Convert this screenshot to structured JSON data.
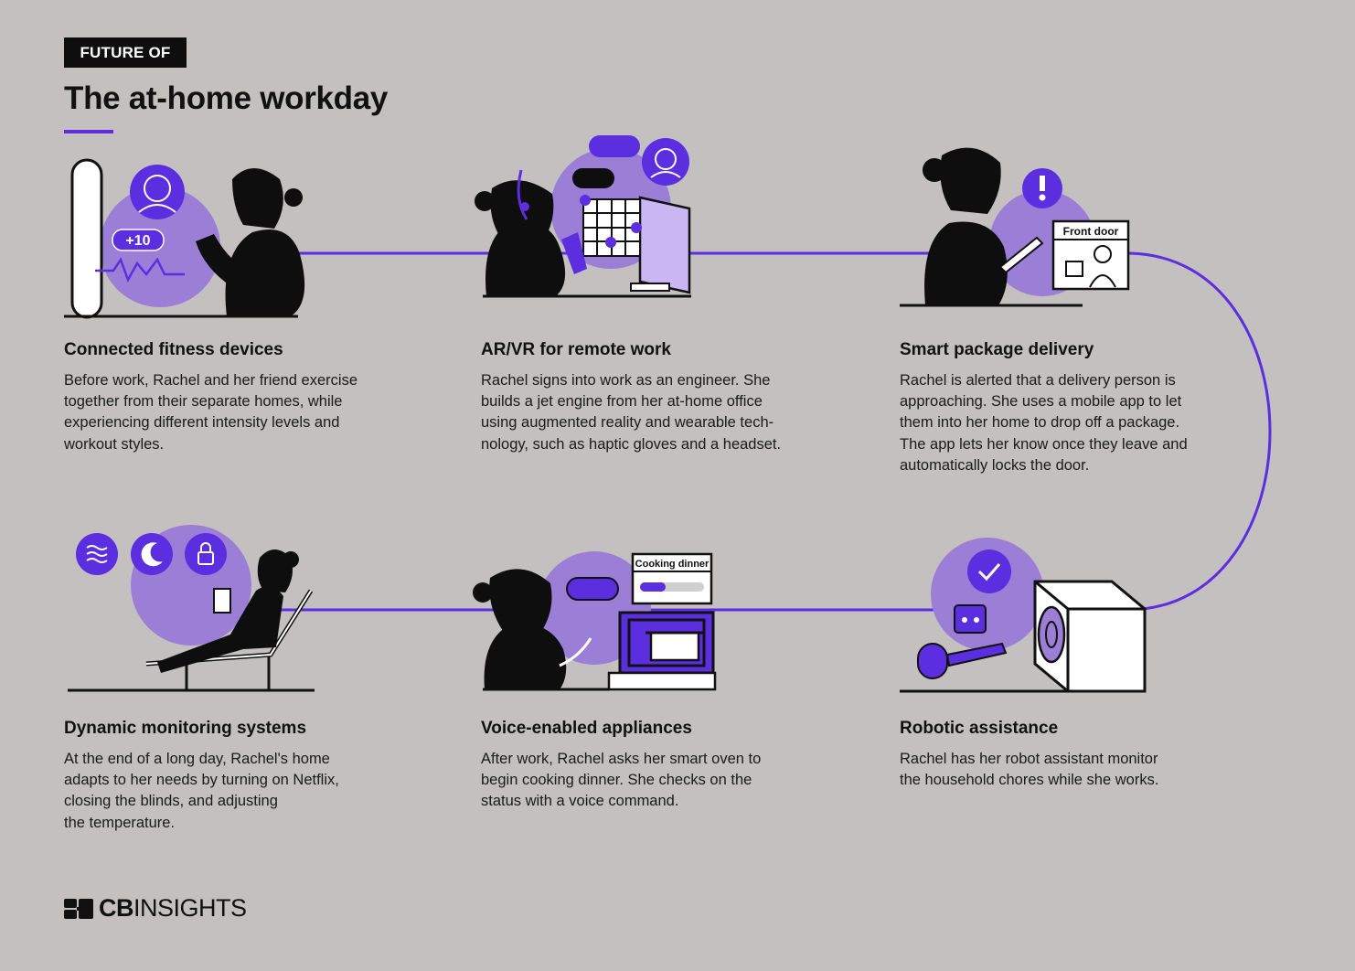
{
  "header": {
    "eyebrow": "FUTURE OF",
    "title": "The at-home workday"
  },
  "steps": [
    {
      "title": "Connected fitness devices",
      "body": "Before work, Rachel and her friend exercise\ntogether from their separate homes, while\nexperiencing different intensity levels and\nworkout styles.",
      "badge": "+10",
      "icon": "fitness-icon"
    },
    {
      "title": "AR/VR for remote work",
      "body": "Rachel signs into work as an engineer. She\nbuilds a jet engine from her at-home office\nusing augmented reality and wearable tech-\nnology, such as haptic gloves and a headset.",
      "icon": "vr-headset-icon"
    },
    {
      "title": "Smart package delivery",
      "body": "Rachel is alerted that a delivery person is\napproaching. She uses a mobile app to let\nthem into her home to drop off a package.\nThe app lets her know once they leave and\nautomatically locks the door.",
      "label": "Front door",
      "icon": "package-icon"
    },
    {
      "title": "Dynamic monitoring systems",
      "body": "At the end of a long day, Rachel's home\nadapts to her needs by turning on Netflix,\nclosing the blinds, and adjusting\nthe temperature.",
      "icon": "home-monitor-icon"
    },
    {
      "title": "Voice-enabled appliances",
      "body": "After work, Rachel asks her smart oven to\nbegin cooking dinner. She checks on the\nstatus with a voice command.",
      "label": "Cooking dinner",
      "progress": 0.4,
      "icon": "oven-icon"
    },
    {
      "title": "Robotic assistance",
      "body": "Rachel has her robot assistant monitor\nthe household chores while she works.",
      "icon": "robot-icon"
    }
  ],
  "logo": {
    "bold": "CB",
    "light": "INSIGHTS"
  },
  "colors": {
    "background": "#c3c0bf",
    "accent": "#5b2ee0",
    "accent_light": "#9b7fd6",
    "ink": "#0e0e0e"
  }
}
